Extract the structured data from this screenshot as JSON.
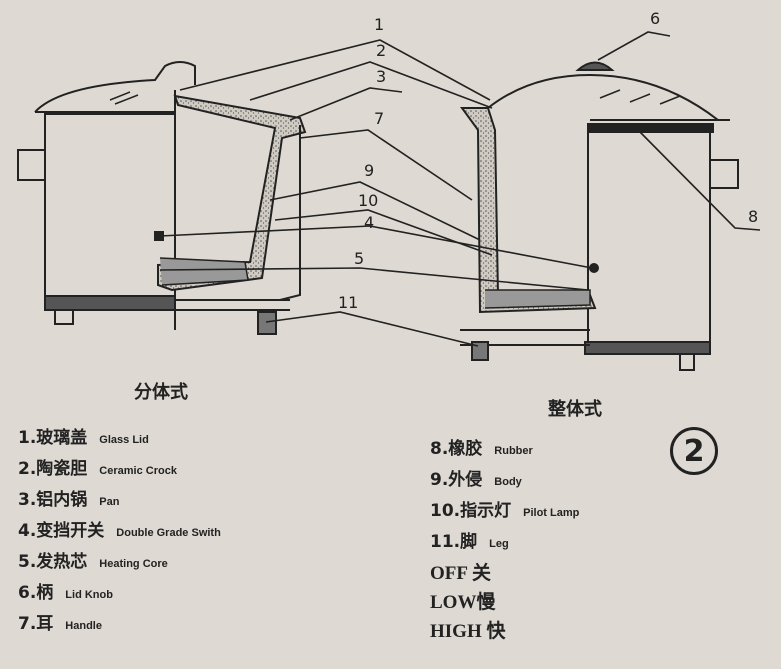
{
  "diagram": {
    "callout_numbers": [
      "1",
      "2",
      "3",
      "7",
      "9",
      "10",
      "4",
      "5",
      "11",
      "6",
      "8"
    ]
  },
  "captions": {
    "left": "分体式",
    "right": "整体式"
  },
  "figure_number": "2",
  "legend_left": [
    {
      "zh": "1.玻璃盖",
      "en": "Glass Lid"
    },
    {
      "zh": "2.陶瓷胆",
      "en": "Ceramic Crock"
    },
    {
      "zh": "3.铝内锅",
      "en": "Pan"
    },
    {
      "zh": "4.变挡开关",
      "en": "Double Grade Swith"
    },
    {
      "zh": "5.发热芯",
      "en": "Heating Core"
    },
    {
      "zh": "6.柄",
      "en": "Lid Knob"
    },
    {
      "zh": "7.耳",
      "en": "Handle"
    }
  ],
  "legend_right": [
    {
      "zh": "8.橡胶",
      "en": "Rubber"
    },
    {
      "zh": "9.外侵",
      "en": "Body"
    },
    {
      "zh": "10.指示灯",
      "en": "Pilot Lamp"
    },
    {
      "zh": "11.脚",
      "en": "Leg"
    }
  ],
  "switch_settings": [
    "OFF 关",
    "LOW慢",
    "HIGH 快"
  ]
}
